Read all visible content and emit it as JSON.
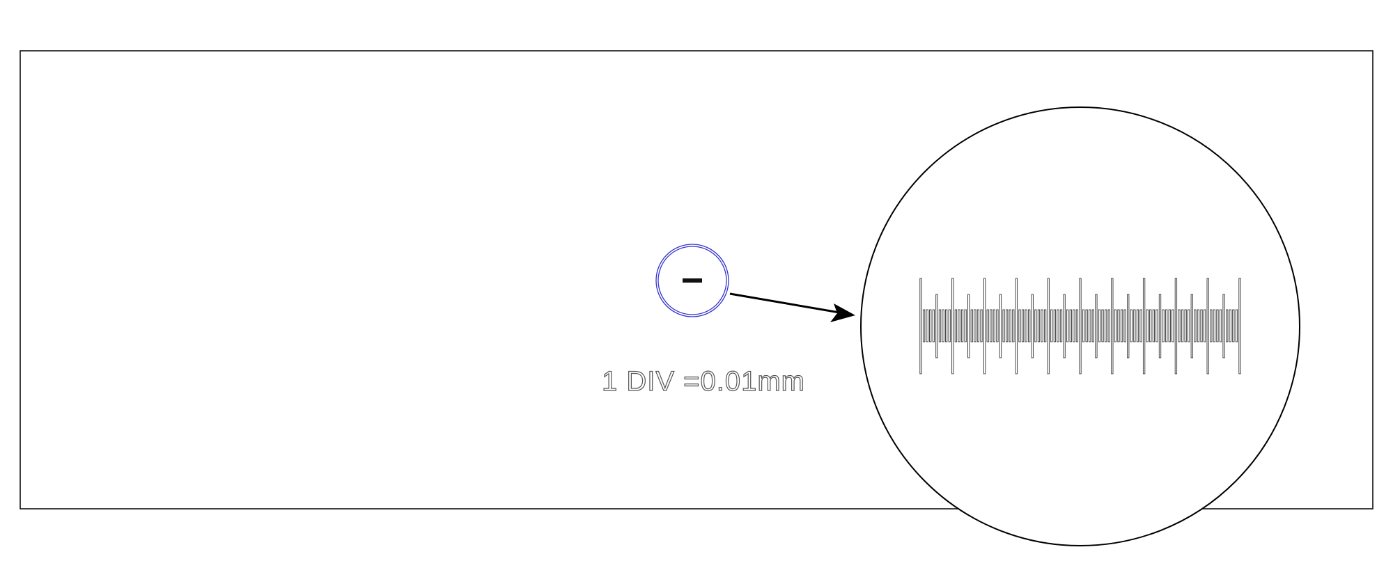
{
  "caption": "1  DIV  =0.01mm",
  "scale": {
    "divisions": 100,
    "long_tick_every": 10,
    "medium_tick_every": 5
  },
  "colors": {
    "frame": "#000000",
    "small_circle": "#3333cc",
    "tick_outline": "#333333",
    "caption_outline": "#555555"
  },
  "icons": {
    "arrow": "arrow-right-icon"
  }
}
